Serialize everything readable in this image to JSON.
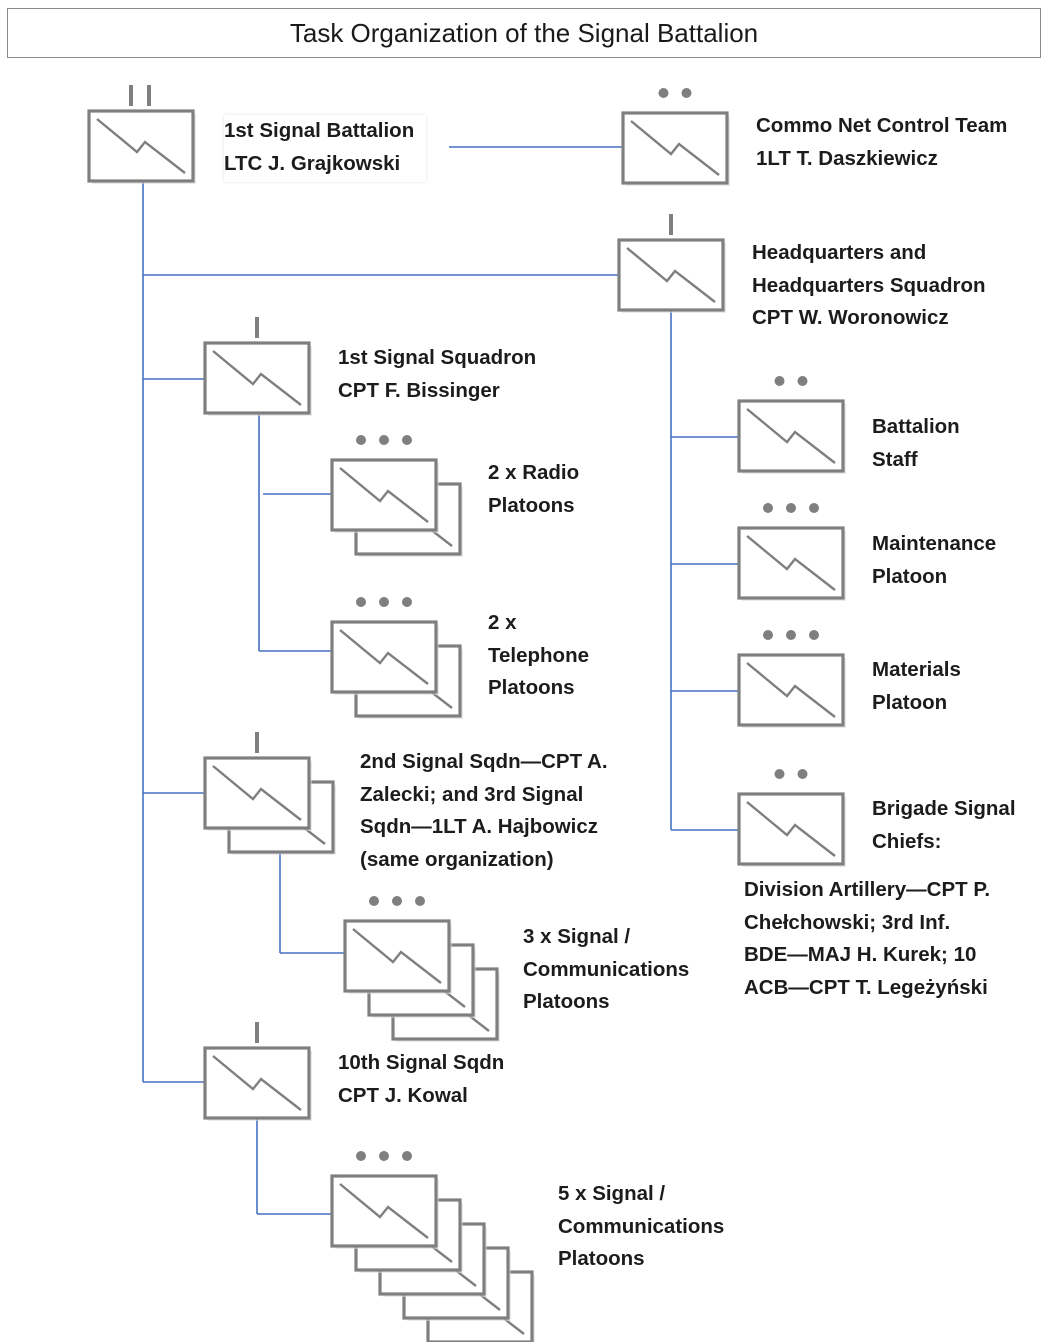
{
  "title": "Task Organization of the Signal Battalion",
  "colors": {
    "connector": "#4472c4",
    "symbol": "#7f7f7f"
  },
  "units": [
    {
      "id": "bn",
      "echelon": "II",
      "stack": 1,
      "lines": [
        "1st Signal Battalion",
        "LTC J. Grajkowski"
      ]
    },
    {
      "id": "cnct",
      "echelon": "••",
      "stack": 1,
      "lines": [
        "Commo Net Control Team",
        "1LT T. Daszkiewicz"
      ]
    },
    {
      "id": "hhs",
      "echelon": "I",
      "stack": 1,
      "lines": [
        "Headquarters and",
        "Headquarters Squadron",
        "CPT W. Woronowicz"
      ]
    },
    {
      "id": "sq1",
      "echelon": "I",
      "stack": 1,
      "lines": [
        "1st Signal Squadron",
        "CPT F. Bissinger"
      ]
    },
    {
      "id": "radio",
      "echelon": "•••",
      "stack": 2,
      "lines": [
        "2 x Radio",
        "Platoons"
      ]
    },
    {
      "id": "tel",
      "echelon": "•••",
      "stack": 2,
      "lines": [
        "2 x",
        "Telephone",
        "Platoons"
      ]
    },
    {
      "id": "sq23",
      "echelon": "I",
      "stack": 2,
      "lines": [
        "2nd Signal Sqdn—CPT A.",
        "Zalecki; and 3rd Signal",
        "Sqdn—1LT A. Hajbowicz",
        "(same organization)"
      ]
    },
    {
      "id": "plt3",
      "echelon": "•••",
      "stack": 3,
      "lines": [
        "3 x Signal /",
        "Communications",
        "Platoons"
      ]
    },
    {
      "id": "sq10",
      "echelon": "I",
      "stack": 1,
      "lines": [
        "10th Signal Sqdn",
        "CPT J. Kowal"
      ]
    },
    {
      "id": "plt5",
      "echelon": "•••",
      "stack": 5,
      "lines": [
        "5 x Signal /",
        "Communications",
        "Platoons"
      ]
    },
    {
      "id": "staff",
      "echelon": "••",
      "stack": 1,
      "lines": [
        "Battalion",
        "Staff"
      ]
    },
    {
      "id": "maint",
      "echelon": "•••",
      "stack": 1,
      "lines": [
        "Maintenance",
        "Platoon"
      ]
    },
    {
      "id": "mat",
      "echelon": "•••",
      "stack": 1,
      "lines": [
        "Materials",
        "Platoon"
      ]
    },
    {
      "id": "bsc",
      "echelon": "••",
      "stack": 1,
      "lines": [
        "Brigade Signal",
        "Chiefs:"
      ]
    }
  ],
  "brigade_signal_chiefs_list": [
    "Division Artillery—CPT P.",
    "Chełchowski; 3rd Inf.",
    "BDE—MAJ H. Kurek; 10",
    "ACB—CPT T. Legeżyński"
  ]
}
